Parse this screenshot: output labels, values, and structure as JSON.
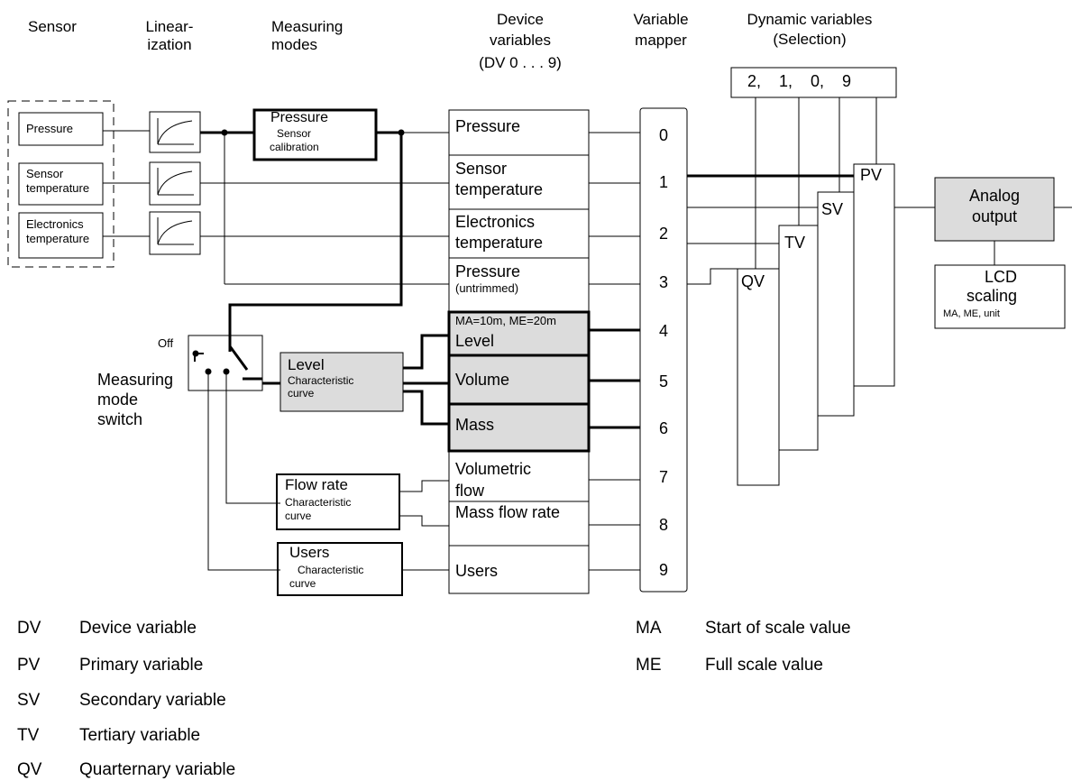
{
  "headers": {
    "sensor": "Sensor",
    "linearization": [
      "Linear-",
      "ization"
    ],
    "measuring_modes": [
      "Measuring",
      "modes"
    ],
    "device_variables": [
      "Device",
      "variables",
      "(DV 0 . . . 9)"
    ],
    "variable_mapper": [
      "Variable",
      "mapper"
    ],
    "dynamic_variables": [
      "Dynamic variables",
      "(Selection)"
    ]
  },
  "sensors": [
    {
      "label": [
        "Pressure"
      ]
    },
    {
      "label": [
        "Sensor",
        "temperature"
      ]
    },
    {
      "label": [
        "Electronics",
        "temperature"
      ]
    }
  ],
  "pressure_mode": {
    "title": "Pressure",
    "sub": [
      "Sensor",
      "calibration"
    ]
  },
  "switch": {
    "off": "Off",
    "label": [
      "Measuring",
      "mode",
      "switch"
    ]
  },
  "level_curve": {
    "title": "Level",
    "sub": [
      "Characteristic",
      "curve"
    ]
  },
  "flow_curve": {
    "title": "Flow rate",
    "sub": [
      "Characteristic",
      "curve"
    ]
  },
  "users_curve": {
    "title": "Users",
    "sub": [
      "Characteristic",
      "curve"
    ]
  },
  "device_vars": [
    {
      "lines": [
        "Pressure"
      ]
    },
    {
      "lines": [
        "Sensor",
        "temperature"
      ]
    },
    {
      "lines": [
        "Electronics",
        "temperature"
      ]
    },
    {
      "lines": [
        "Pressure",
        "(untrimmed)"
      ]
    },
    {
      "lines": [
        "MA=10m, ME=20m",
        "Level"
      ]
    },
    {
      "lines": [
        "Volume"
      ]
    },
    {
      "lines": [
        "Mass"
      ]
    },
    {
      "lines": [
        "Volumetric",
        "flow"
      ]
    },
    {
      "lines": [
        "Mass flow rate"
      ]
    },
    {
      "lines": [
        "Users"
      ]
    }
  ],
  "mapper_numbers": [
    "0",
    "1",
    "2",
    "3",
    "4",
    "5",
    "6",
    "7",
    "8",
    "9"
  ],
  "selection": "2,    1,    0,    9",
  "dynamic_labels": [
    "PV",
    "SV",
    "TV",
    "QV"
  ],
  "analog_output": [
    "Analog",
    "output"
  ],
  "lcd": {
    "lines": [
      "LCD",
      "scaling"
    ],
    "sub": "MA, ME, unit"
  },
  "legend_left": [
    {
      "abbr": "DV",
      "desc": "Device variable"
    },
    {
      "abbr": "PV",
      "desc": "Primary variable"
    },
    {
      "abbr": "SV",
      "desc": "Secondary variable"
    },
    {
      "abbr": "TV",
      "desc": "Tertiary variable"
    },
    {
      "abbr": "QV",
      "desc": "Quarternary variable"
    }
  ],
  "legend_right": [
    {
      "abbr": "MA",
      "desc": "Start of scale value"
    },
    {
      "abbr": "ME",
      "desc": "Full scale value"
    }
  ],
  "colors": {
    "shaded": "#dcdcdc",
    "line": "#000000"
  }
}
